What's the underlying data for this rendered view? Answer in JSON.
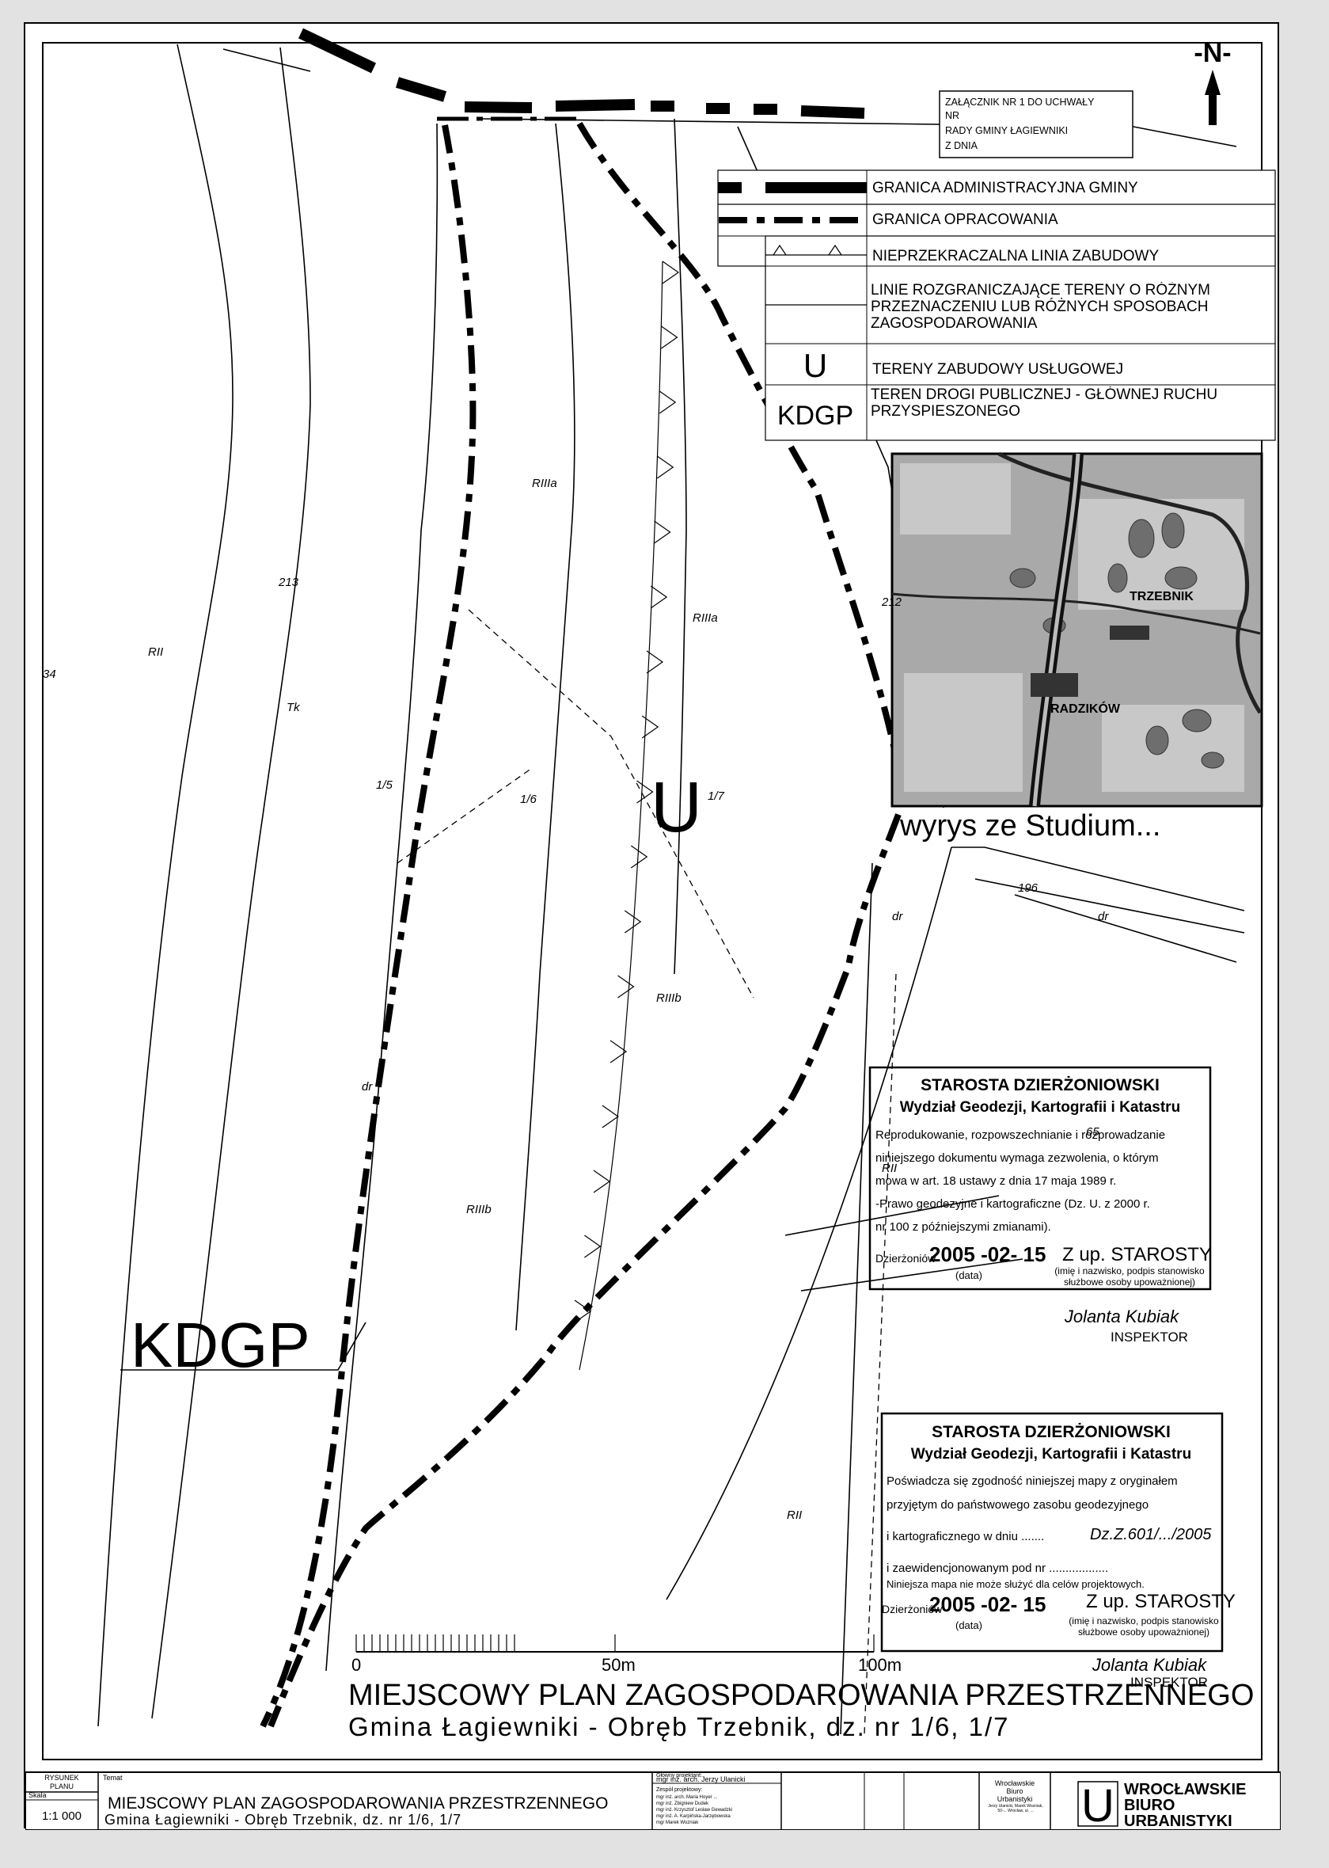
{
  "attachment": {
    "line1": "ZAŁĄCZNIK NR 1 DO UCHWAŁY",
    "line2": "NR",
    "line3": "RADY GMINY ŁAGIEWNIKI",
    "line4": "Z DNIA"
  },
  "north_label": "-N-",
  "legend": [
    {
      "symbol": "admin-boundary",
      "label": "GRANICA ADMINISTRACYJNA GMINY"
    },
    {
      "symbol": "study-boundary",
      "label": "GRANICA OPRACOWANIA"
    },
    {
      "symbol": "build-line",
      "label": "NIEPRZEKRACZALNA LINIA ZABUDOWY"
    },
    {
      "symbol": "divide-line",
      "label": "LINIE ROZGRANICZAJĄCE TERENY O RÓŻNYM PRZEZNACZENIU LUB RÓŻNYCH SPOSOBACH ZAGOSPODAROWANIA"
    },
    {
      "symbol": "U",
      "label": "TERENY ZABUDOWY USŁUGOWEJ"
    },
    {
      "symbol": "KDGP",
      "label": "TEREN DROGI PUBLICZNEJ - GŁÓWNEJ RUCHU PRZYSPIESZONEGO"
    }
  ],
  "inset": {
    "caption": "wyrys ze Studium...",
    "place1": "TRZEBNIK",
    "place2": "RADZIKÓW"
  },
  "map_labels": {
    "RIIIa_1": "RIIIa",
    "RIIIa_2": "RIIIa",
    "RIIIb_1": "RIIIb",
    "RIIIb_2": "RIIIb",
    "RII_1": "RII",
    "RII_2": "RII",
    "RII_3": "RII",
    "n213": "213",
    "n212": "212",
    "n34": "34",
    "n196": "196",
    "n65": "65",
    "Tk": "Tk",
    "p15": "1/5",
    "p16": "1/6",
    "p17": "1/7",
    "dr1": "dr",
    "dr2": "dr",
    "dr3": "dr",
    "U": "U",
    "KDGP": "KDGP"
  },
  "scale_bar": {
    "t0": "0",
    "t50": "50m",
    "t100": "100m"
  },
  "plan_title": "MIEJSCOWY PLAN  ZAGOSPODAROWANIA PRZESTRZENNEGO",
  "plan_subtitle": "Gmina Łagiewniki - Obręb Trzebnik, dz. nr 1/6, 1/7",
  "stamp1": {
    "title": "STAROSTA DZIERŻONIOWSKI",
    "dept": "Wydział Geodezji, Kartografii i Katastru",
    "l1": "Reprodukowanie, rozpowszechnianie i rozprowadzanie",
    "l2": "niniejszego dokumentu wymaga zezwolenia, o którym",
    "l3": "mowa w art. 18 ustawy z dnia 17 maja 1989 r.",
    "l4": "-Prawo geodezyjne i kartograficzne (Dz. U. z 2000 r.",
    "l5": "nr 100 z późniejszymi zmianami).",
    "place": "Dzierżoniów",
    "date": "2005 -02- 15",
    "date_caption": "(data)",
    "zup": "Z up. STAROSTY",
    "sign_caption": "(imię i nazwisko, podpis stanowisko służbowe osoby upoważnionej)",
    "signature": "Jolanta Kubiak",
    "role": "INSPEKTOR"
  },
  "stamp2": {
    "title": "STAROSTA DZIERŻONIOWSKI",
    "dept": "Wydział Geodezji, Kartografii i Katastru",
    "l1": "Poświadcza się zgodność niniejszej mapy z oryginałem",
    "l2": "przyjętym do państwowego zasobu geodezyjnego",
    "l3": "i kartograficznego w dniu .......",
    "handwritten": "Dz.Z.601/.../2005",
    "l4": "i zaewidencjonowanym pod nr ..................",
    "l5": "Niniejsza mapa nie może służyć dla celów projektowych.",
    "place": "Dzierżoniów",
    "date": "2005 -02- 15",
    "date_caption": "(data)",
    "zup": "Z up. STAROSTY",
    "sign_caption": "(imię i nazwisko, podpis stanowisko służbowe osoby upoważnionej)",
    "signature": "Jolanta Kubiak",
    "role": "INSPEKTOR"
  },
  "title_block": {
    "rysunek": "RYSUNEK PLANU",
    "temat": "Temat",
    "skala": "Skala",
    "scale": "1:1 000",
    "title": "MIEJSCOWY PLAN  ZAGOSPODAROWANIA PRZESTRZENNEGO",
    "subtitle": "Gmina Łagiewniki - Obręb Trzebnik, dz. nr 1/6, 1/7",
    "designer_head": "Główny projektant:",
    "designer": "mgr inż. arch. Jerzy Ulanicki",
    "team_head": "Zespół projektowy:",
    "team": [
      "mgr inż. arch. Maria Hoyer ...",
      "mgr inż. Zbigniew Dudek",
      "mgr inż. Krzysztof Lesław Gewadzki",
      "mgr inż. A. Karpińska-Jarzębowska",
      "mgr Marek Wozniak"
    ],
    "office1": "Wrocławskie",
    "office2": "Biuro",
    "office3": "Urbanistyki",
    "office_small": "Jerzy Ulanicki, Marek Wozniak, 50-... Wrocław, ul. ...",
    "logo_letter": "U",
    "logo1": "WROCŁAWSKIE",
    "logo2": "BIURO",
    "logo3": "URBANISTYKI"
  }
}
